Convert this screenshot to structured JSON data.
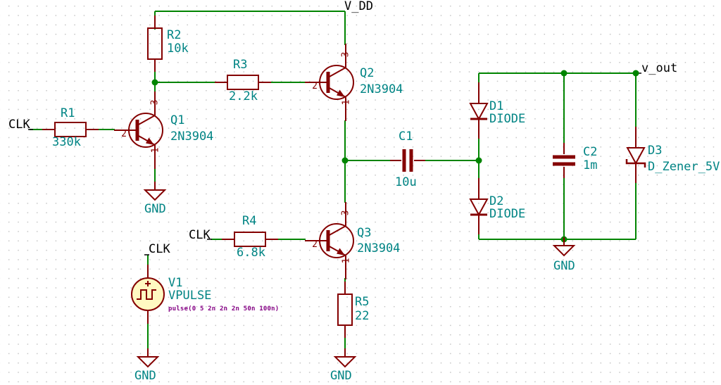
{
  "net_labels": {
    "clk": "CLK",
    "vdd": "V_DD",
    "vout": "v_out",
    "gnd": "GND"
  },
  "pin_numbers": {
    "base": "2",
    "collector": "3",
    "emitter": "1"
  },
  "components": {
    "r1": {
      "ref": "R1",
      "value": "330k"
    },
    "r2": {
      "ref": "R2",
      "value": "10k"
    },
    "r3": {
      "ref": "R3",
      "value": "2.2k"
    },
    "r4": {
      "ref": "R4",
      "value": "6.8k"
    },
    "r5": {
      "ref": "R5",
      "value": "22"
    },
    "q1": {
      "ref": "Q1",
      "value": "2N3904"
    },
    "q2": {
      "ref": "Q2",
      "value": "2N3904"
    },
    "q3": {
      "ref": "Q3",
      "value": "2N3904"
    },
    "c1": {
      "ref": "C1",
      "value": "10u"
    },
    "c2": {
      "ref": "C2",
      "value": "1m"
    },
    "d1": {
      "ref": "D1",
      "value": "DIODE"
    },
    "d2": {
      "ref": "D2",
      "value": "DIODE"
    },
    "d3": {
      "ref": "D3",
      "value": "D_Zener_5V"
    },
    "v1": {
      "ref": "V1",
      "value": "VPULSE",
      "spice_model": "pulse(0 5 2n 2n 2n 50n 100n)"
    }
  },
  "colors": {
    "wire": "#008400",
    "device_outline": "#840000",
    "fields_text": "#008484",
    "label_text": "#000000",
    "spice_text": "#840084",
    "junction": "#008400",
    "source_fill": "#FFF9C2",
    "background": "#FFFFFF",
    "grid_dot": "#C6C6C6"
  }
}
